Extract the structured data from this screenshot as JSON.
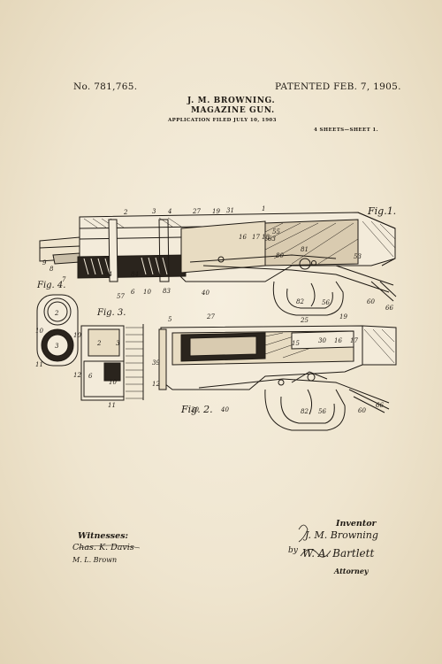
{
  "header": {
    "patent_number": "No. 781,765.",
    "patented_date": "PATENTED FEB. 7, 1905.",
    "inventor_name": "J. M. BROWNING.",
    "title": "MAGAZINE GUN.",
    "application": "APPLICATION FILED JULY 10, 1903",
    "sheet_info": "4 SHEETS—SHEET 1."
  },
  "figures": {
    "fig1": "Fig.1.",
    "fig2": "Fig. 2.",
    "fig3": "Fig. 3.",
    "fig4": "Fig. 4."
  },
  "footer": {
    "witnesses_label": "Witnesses:",
    "witness_1": "Chas. K. Davis",
    "witness_2": "M. L. Brown",
    "inventor_label": "Inventor",
    "inventor_signature": "J. M. Browning",
    "by": "by",
    "attorney_signature": "W. A. Bartlett",
    "attorney_label": "Attorney"
  },
  "colors": {
    "paper": "#efe6d2",
    "ink": "#1f1a14"
  }
}
